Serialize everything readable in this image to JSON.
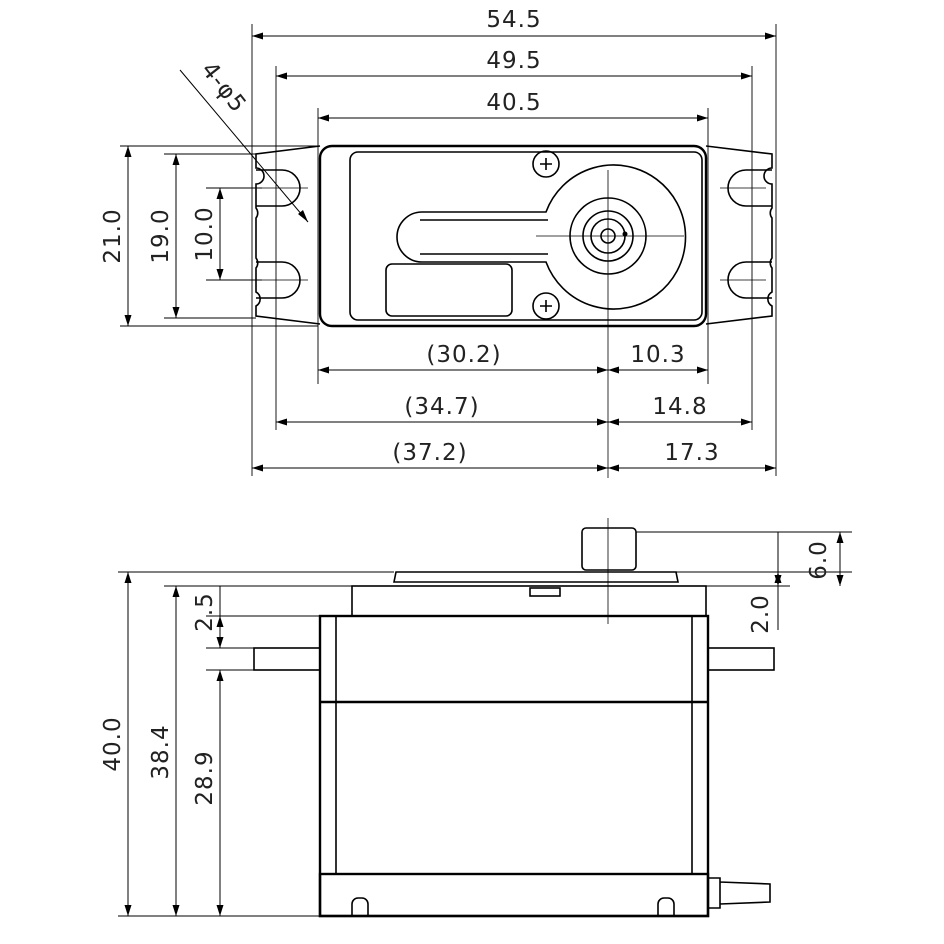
{
  "top_view": {
    "dim_overall": "54.5",
    "dim_tabs": "49.5",
    "dim_case": "40.5",
    "dim_hole": "4-φ5",
    "dim_h_overall": "21.0",
    "dim_h_tabs": "19.0",
    "dim_hole_spacing": "10.0",
    "dim_left_case": "(30.2)",
    "dim_right_case": "10.3",
    "dim_left_tabs": "(34.7)",
    "dim_right_tabs": "14.8",
    "dim_left_overall": "(37.2)",
    "dim_right_overall": "17.3"
  },
  "side_view": {
    "dim_total_height": "40.0",
    "dim_case_height": "38.4",
    "dim_top_to_tab": "2.5",
    "dim_tab_to_bottom": "28.9",
    "dim_spline": "6.0",
    "dim_cap": "2.0"
  }
}
